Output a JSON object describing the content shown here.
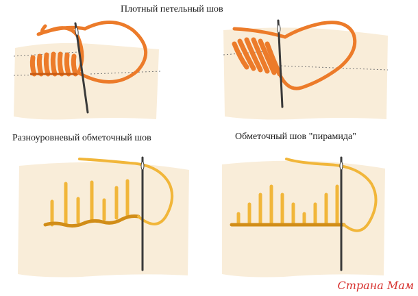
{
  "captions": {
    "top": "Плотный петельный шов",
    "bottom_left": "Разноуровневый обметочный шов",
    "bottom_right": "Обметочный шов \"пирамида\""
  },
  "watermark": "Страна Мам",
  "colors": {
    "orange_thread": "#ec7b2a",
    "orange_dark": "#c85a12",
    "yellow_thread": "#f1b63a",
    "yellow_dark": "#d18d18",
    "fabric": "#f8ead2",
    "needle": "#3a3a3a"
  }
}
